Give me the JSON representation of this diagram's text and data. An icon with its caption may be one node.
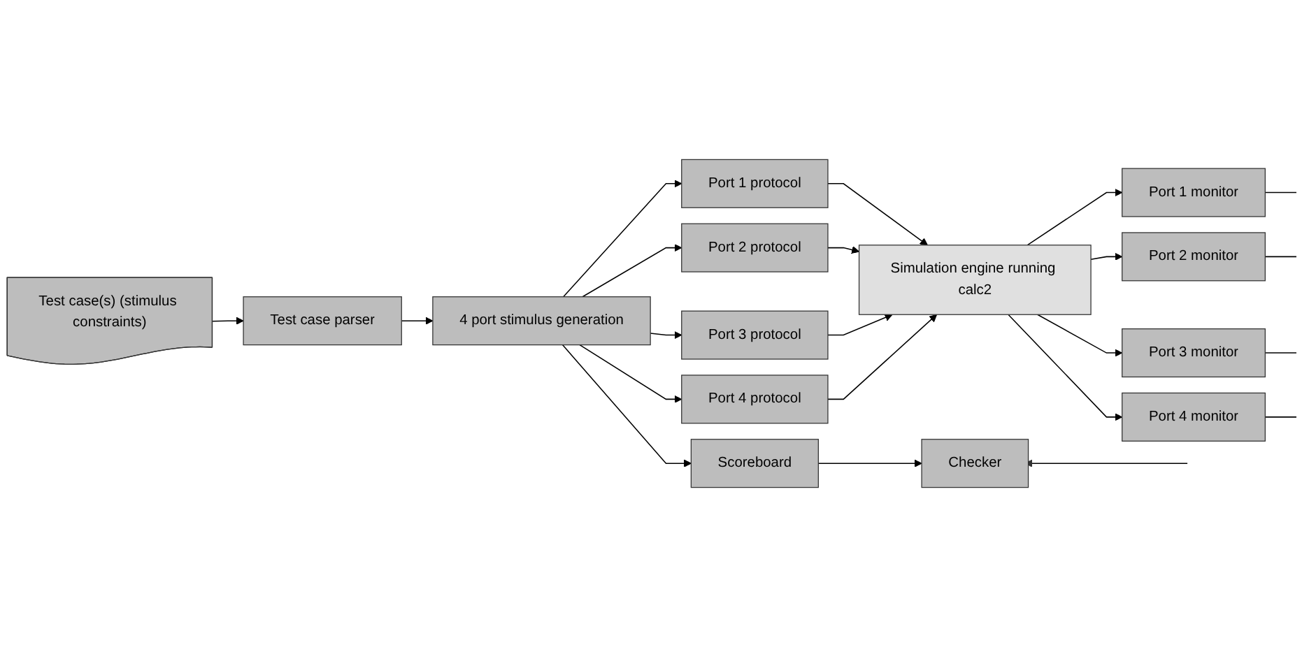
{
  "diagram": {
    "nodes": [
      {
        "text": [
          "Test case(s) (stimulus constraints)"
        ]
      },
      {
        "text": [
          "Test case parser"
        ]
      },
      {
        "text": [
          "4 port stimulus generation"
        ]
      },
      {
        "text": [
          "Port 1 protocol"
        ]
      },
      {
        "text": [
          "Port 2 protocol"
        ]
      },
      {
        "text": [
          "Port 3 protocol"
        ]
      },
      {
        "text": [
          "Port 4 protocol"
        ]
      },
      {
        "text": [
          "Simulation engine running calc2"
        ]
      },
      {
        "text": [
          "Port 1 monitor"
        ]
      },
      {
        "text": [
          "Port 2 monitor"
        ]
      },
      {
        "text": [
          "Port 3 monitor"
        ]
      },
      {
        "text": [
          "Port 4 monitor"
        ]
      },
      {
        "text": [
          "Scoreboard"
        ]
      },
      {
        "text": [
          "Checker"
        ]
      }
    ],
    "edges": [
      {
        "from": 0,
        "to": 1,
        "arrow": "to"
      },
      {
        "from": 1,
        "to": 2,
        "arrow": "to"
      },
      {
        "from": 2,
        "to": 3,
        "arrow": "to"
      },
      {
        "from": 2,
        "to": 4,
        "arrow": "to"
      },
      {
        "from": 2,
        "to": 5,
        "arrow": "to"
      },
      {
        "from": 2,
        "to": 6,
        "arrow": "to"
      },
      {
        "from": 3,
        "to": 7,
        "arrow": "to"
      },
      {
        "from": 4,
        "to": 7,
        "arrow": "to"
      },
      {
        "from": 5,
        "to": 7,
        "arrow": "to"
      },
      {
        "from": 6,
        "to": 7,
        "arrow": "to"
      },
      {
        "from": 7,
        "to": 8,
        "arrow": "to"
      },
      {
        "from": 7,
        "to": 9,
        "arrow": "to"
      },
      {
        "from": 7,
        "to": 10,
        "arrow": "to"
      },
      {
        "from": 7,
        "to": 11,
        "arrow": "to"
      },
      {
        "from": 8,
        "to": null,
        "arrow": "none"
      },
      {
        "from": 9,
        "to": null,
        "arrow": "none"
      },
      {
        "from": 10,
        "to": null,
        "arrow": "none"
      },
      {
        "from": 11,
        "to": null,
        "arrow": "none"
      },
      {
        "from": 2,
        "to": 12,
        "arrow": "to"
      },
      {
        "from": 12,
        "to": 13,
        "arrow": "to"
      },
      {
        "from": null,
        "to": 13,
        "arrow": "to"
      }
    ]
  }
}
